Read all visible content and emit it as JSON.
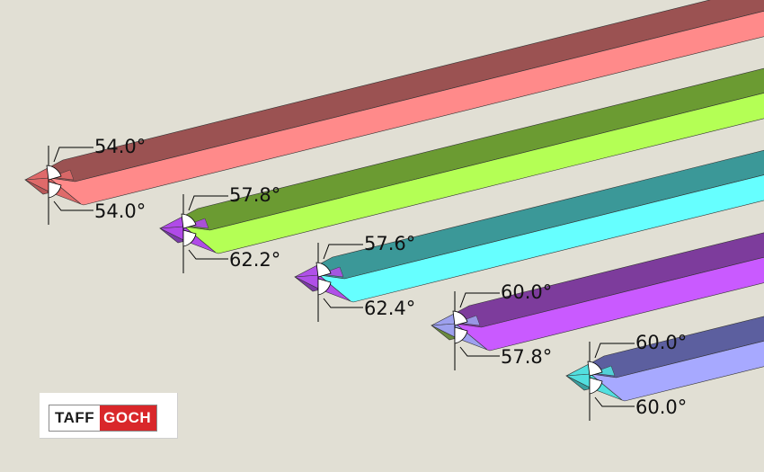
{
  "logo": {
    "word1": "TAFF",
    "word2": "GOCH"
  },
  "bars": [
    {
      "top_angle": "54.0°",
      "bottom_angle": "54.0°",
      "colors": {
        "top": "#9b5252",
        "front": "#ff8a8a",
        "nose_top": "#df6a6a",
        "nose_front": "#df6a6a",
        "nose_bottom": "#b85858"
      }
    },
    {
      "top_angle": "57.8°",
      "bottom_angle": "62.2°",
      "colors": {
        "top": "#6b9b32",
        "front": "#b4ff55",
        "nose_top": "#b04ae8",
        "nose_front": "#b04ae8",
        "nose_bottom": "#7a3ca8"
      }
    },
    {
      "top_angle": "57.6°",
      "bottom_angle": "62.4°",
      "colors": {
        "top": "#3b9898",
        "front": "#66ffff",
        "nose_top": "#b050e8",
        "nose_front": "#b050e8",
        "nose_bottom": "#7b3aa5"
      }
    },
    {
      "top_angle": "60.0°",
      "bottom_angle": "57.8°",
      "colors": {
        "top": "#7d3c9c",
        "front": "#c95aff",
        "nose_top": "#9da0ee",
        "nose_front": "#9da0ee",
        "nose_bottom": "#6a8a40"
      }
    },
    {
      "top_angle": "60.0°",
      "bottom_angle": "60.0°",
      "colors": {
        "top": "#5c5f9f",
        "front": "#a7a9ff",
        "nose_top": "#52dfdf",
        "nose_front": "#52dfdf",
        "nose_bottom": "#3aa0a0"
      }
    }
  ]
}
